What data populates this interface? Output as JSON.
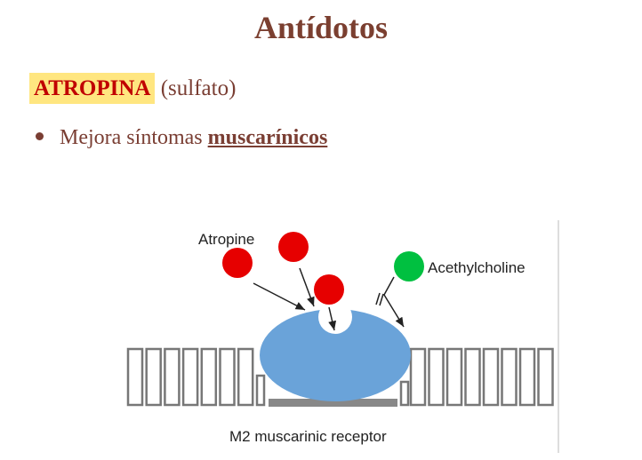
{
  "title": "Antídotos",
  "drug": {
    "name": "ATROPINA",
    "form": "(sulfato)"
  },
  "bullet": {
    "text": "Mejora síntomas ",
    "emphasis": "muscarínicos"
  },
  "diagram": {
    "atropine_label": "Atropine",
    "ach_label": "Acethylcholine",
    "caption": "M2 muscarinic receptor",
    "colors": {
      "atropine": "#e60000",
      "ach": "#00c040",
      "receptor": "#6aa3d9",
      "membrane": "#777777"
    }
  }
}
